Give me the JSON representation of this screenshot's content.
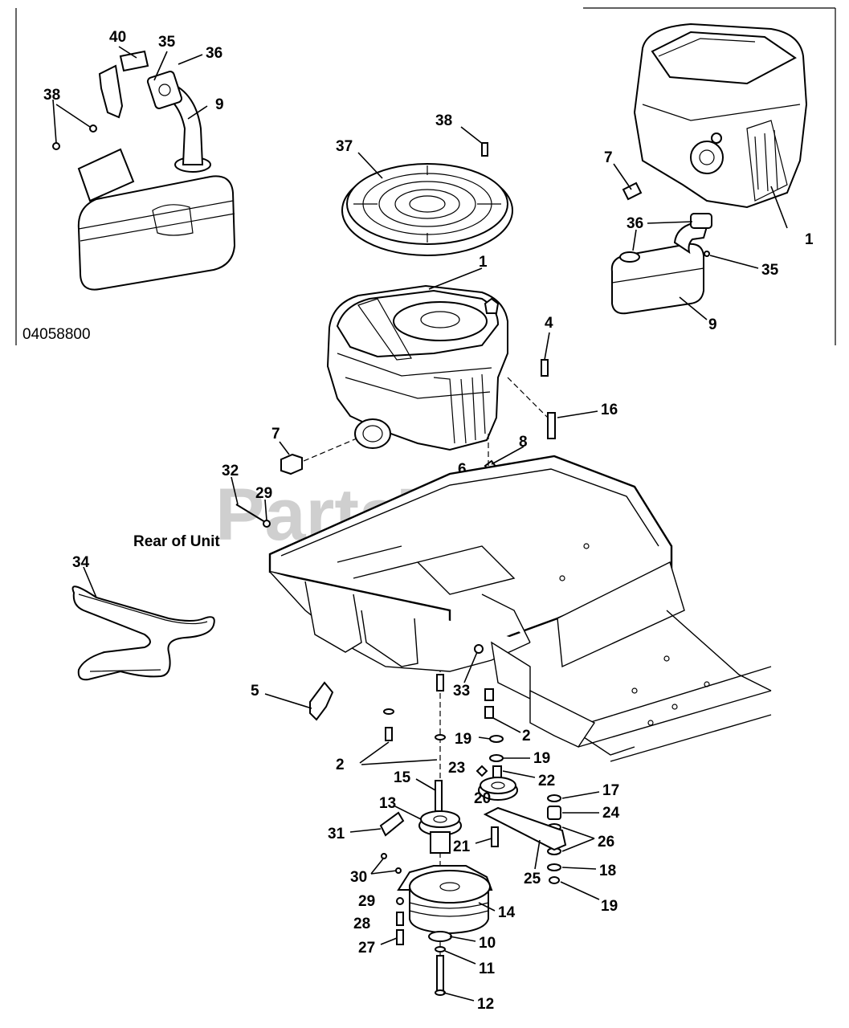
{
  "diagram_id": "04058800",
  "watermark": "PartsTree",
  "watermark_tm": "™",
  "notes": {
    "rear_of_unit": "Rear of Unit"
  },
  "callouts": {
    "c40": "40",
    "c35a": "35",
    "c36a": "36",
    "c38a": "38",
    "c9a": "9",
    "c38b": "38",
    "c37": "37",
    "c1a": "1",
    "c7a": "7",
    "c36b": "36",
    "c35b": "35",
    "c9b": "9",
    "c1b": "1",
    "c4": "4",
    "c16": "16",
    "c7b": "7",
    "c8": "8",
    "c6": "6",
    "c32": "32",
    "c29a": "29",
    "c34": "34",
    "c33": "33",
    "c5": "5",
    "c2a": "2",
    "c2b": "2",
    "c19a": "19",
    "c19b": "19",
    "c23": "23",
    "c22": "22",
    "c15": "15",
    "c20": "20",
    "c13": "13",
    "c17": "17",
    "c24": "24",
    "c31": "31",
    "c21": "21",
    "c26": "26",
    "c25": "25",
    "c18": "18",
    "c30": "30",
    "c19c": "19",
    "c29b": "29",
    "c14": "14",
    "c28": "28",
    "c10": "10",
    "c27": "27",
    "c11": "11",
    "c12": "12"
  }
}
